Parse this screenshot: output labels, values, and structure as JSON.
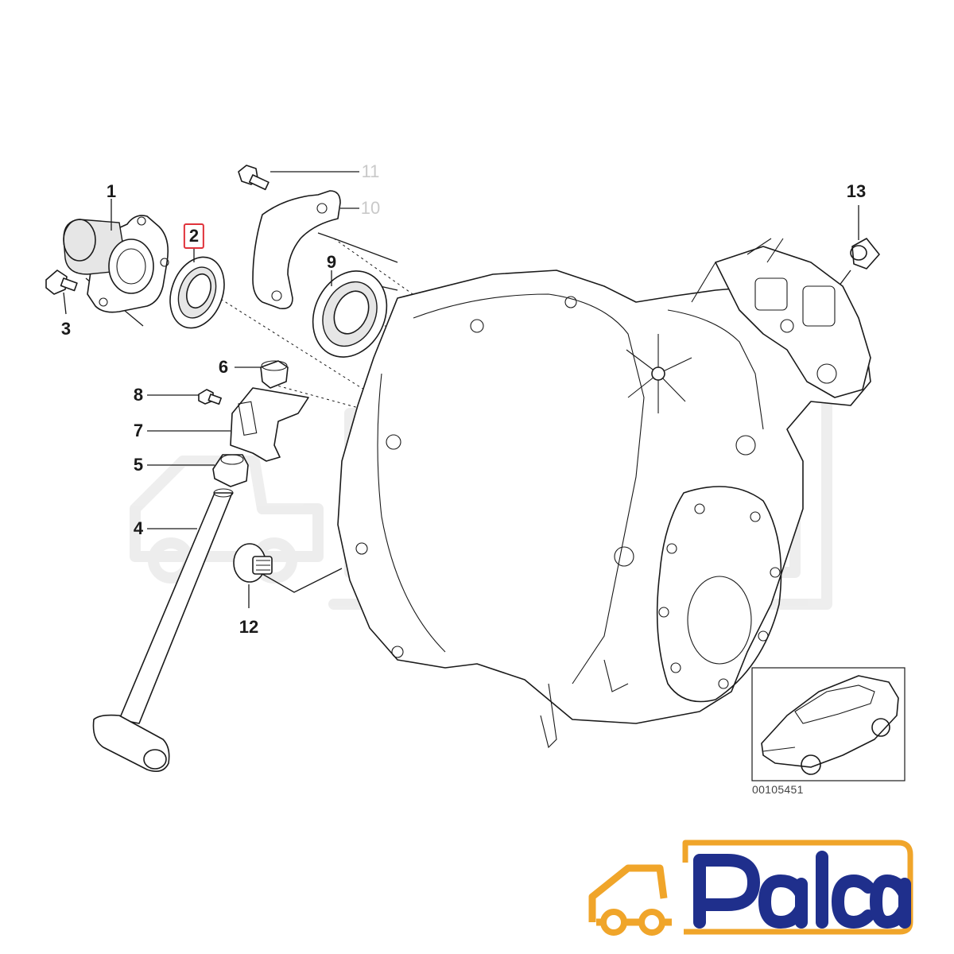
{
  "diagram": {
    "callouts": [
      {
        "id": "c1",
        "label": "1"
      },
      {
        "id": "c2",
        "label": "2",
        "highlighted": true
      },
      {
        "id": "c3",
        "label": "3"
      },
      {
        "id": "c4",
        "label": "4"
      },
      {
        "id": "c5",
        "label": "5"
      },
      {
        "id": "c6",
        "label": "6"
      },
      {
        "id": "c7",
        "label": "7"
      },
      {
        "id": "c8",
        "label": "8"
      },
      {
        "id": "c9",
        "label": "9"
      },
      {
        "id": "c10",
        "label": "10"
      },
      {
        "id": "c11",
        "label": "11"
      },
      {
        "id": "c12",
        "label": "12"
      },
      {
        "id": "c13",
        "label": "13"
      }
    ],
    "diagram_code": "00105451",
    "highlight_color": "#e0323a"
  },
  "logo": {
    "text": "Palca",
    "text_color": "#1f2f8c",
    "accent_color": "#f0a52a",
    "icon": "truck-icon"
  }
}
